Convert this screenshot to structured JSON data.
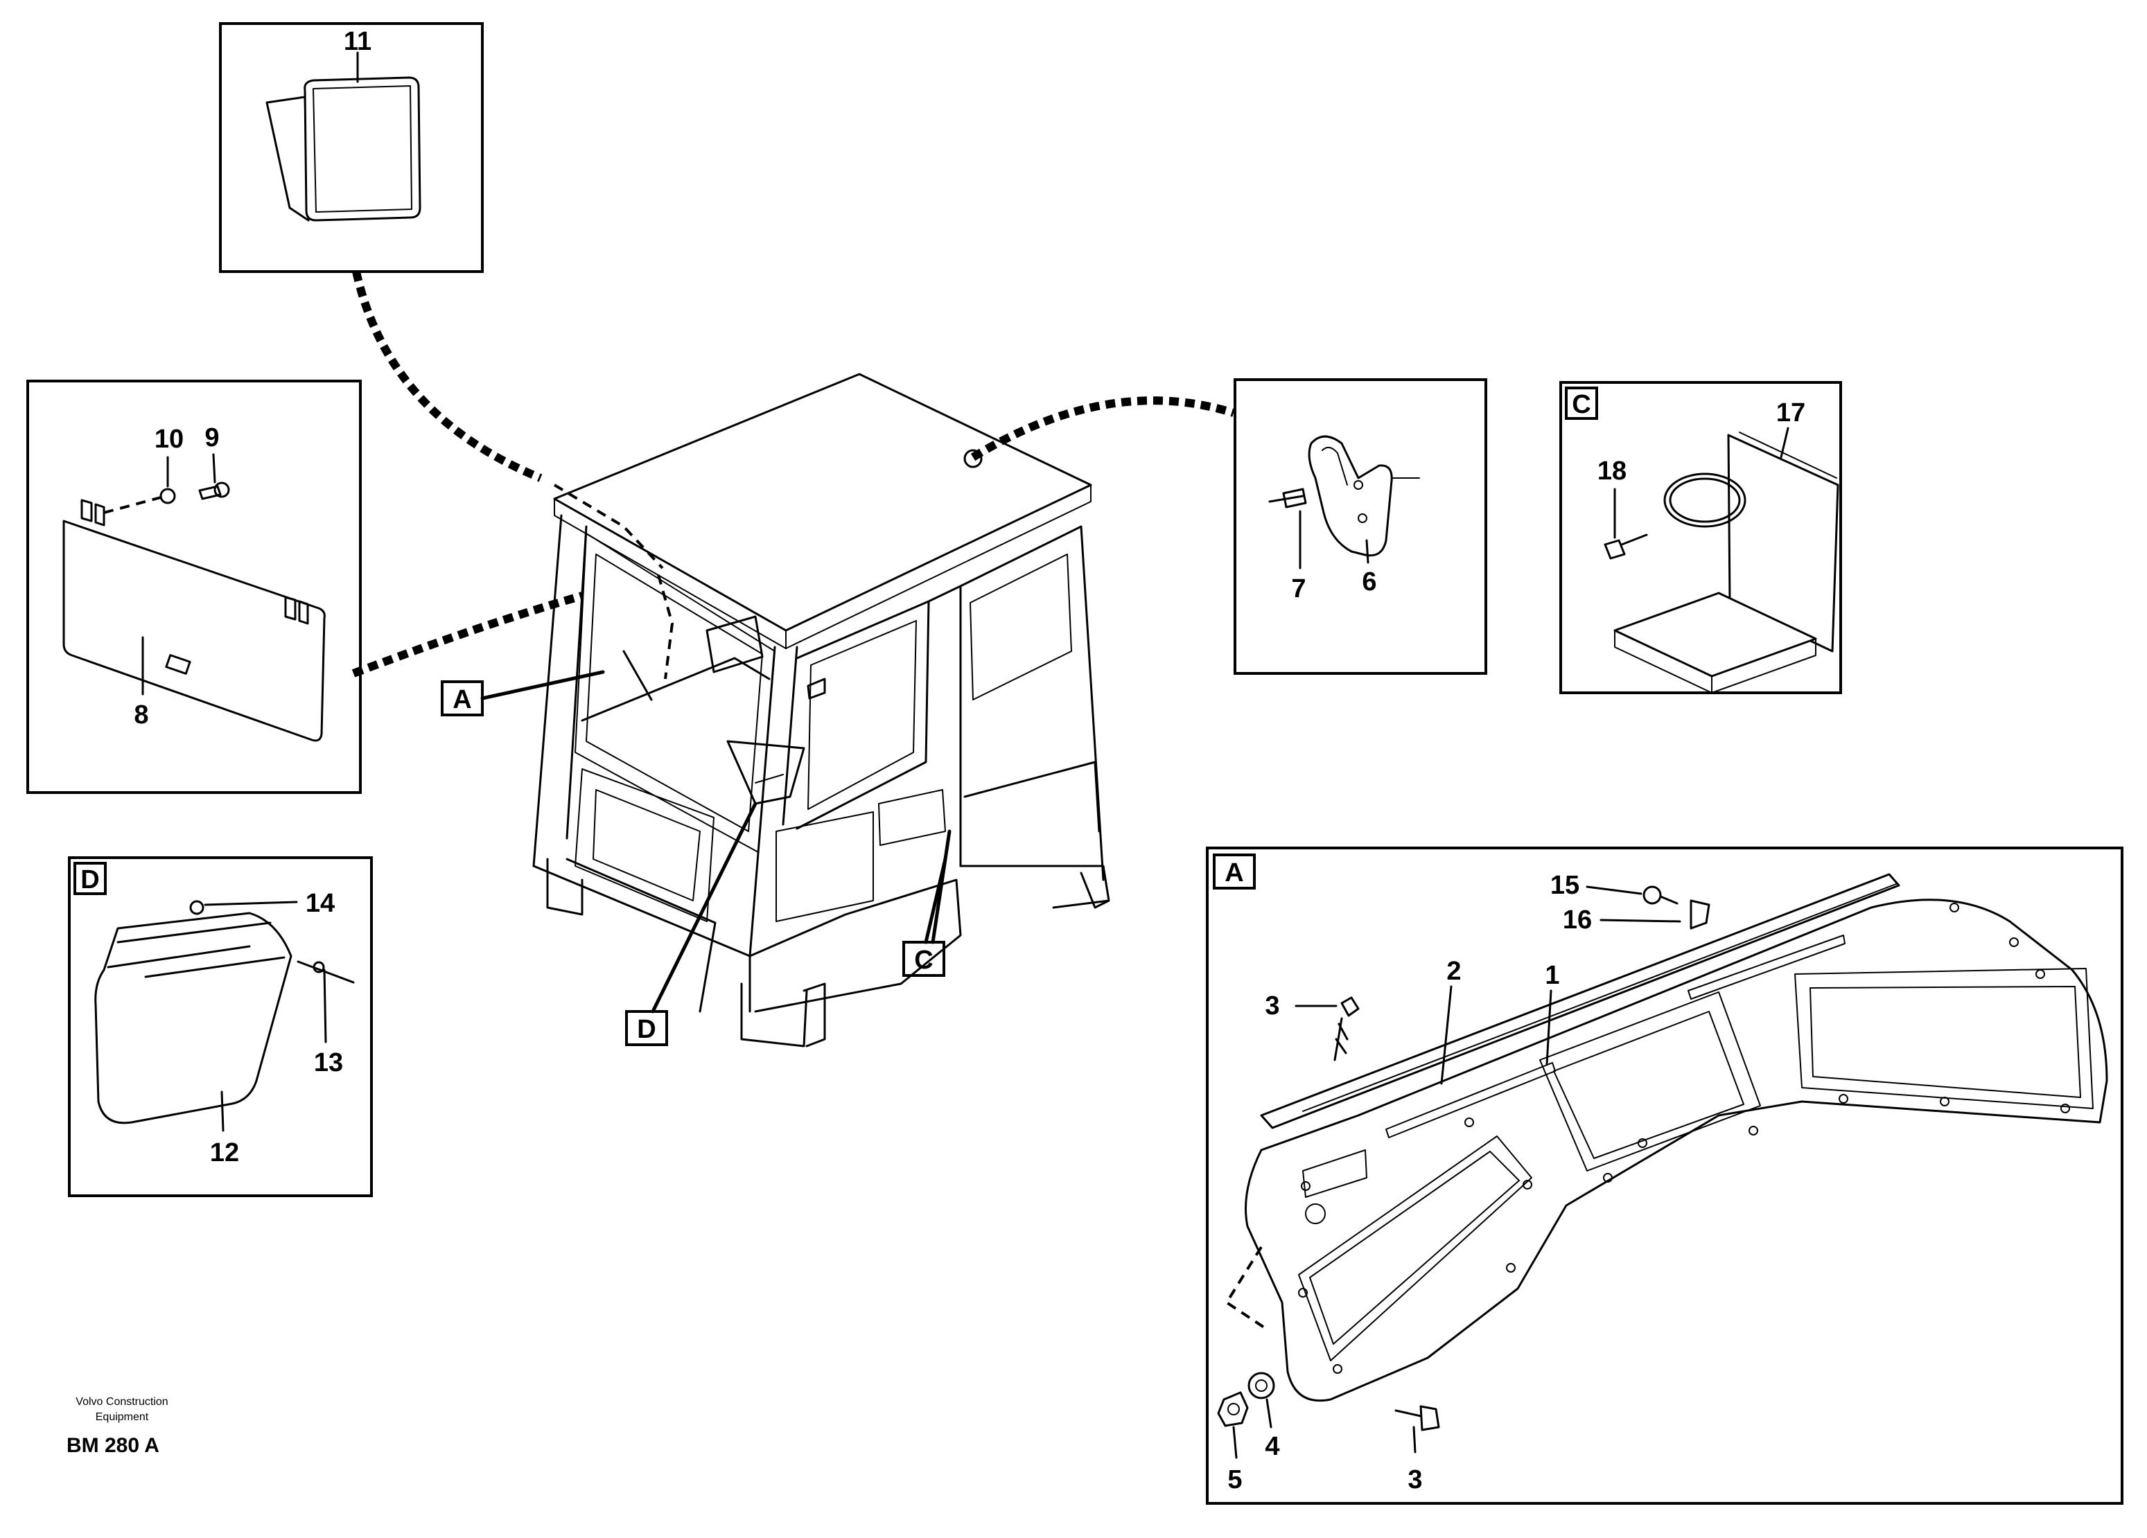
{
  "callouts": {
    "n1": "1",
    "n2": "2",
    "n3a": "3",
    "n3b": "3",
    "n4": "4",
    "n5": "5",
    "n6": "6",
    "n7": "7",
    "n8": "8",
    "n9": "9",
    "n10": "10",
    "n11": "11",
    "n12": "12",
    "n13": "13",
    "n14": "14",
    "n15": "15",
    "n16": "16",
    "n17": "17",
    "n18": "18"
  },
  "detail_labels": {
    "A_main": "A",
    "C_main": "C",
    "D_main": "D",
    "A_box": "A",
    "C_box": "C",
    "D_box": "D"
  },
  "footer": {
    "company_line1": "Volvo Construction",
    "company_line2": "Equipment",
    "drawing_code": "BM 280 A"
  }
}
